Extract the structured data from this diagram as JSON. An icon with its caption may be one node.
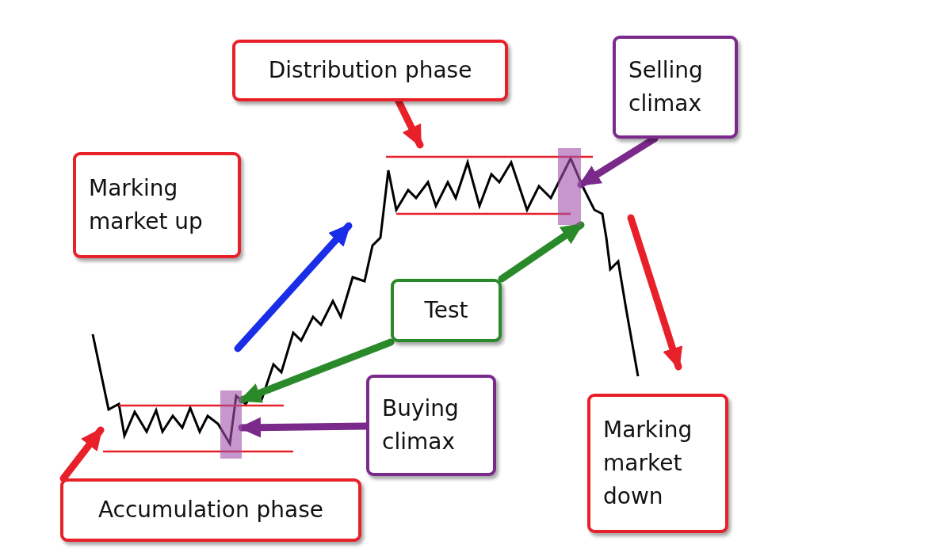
{
  "diagram": {
    "nodes": [
      {
        "text": [
          "Distribution phase"
        ]
      },
      {
        "text": [
          "Selling climax"
        ]
      },
      {
        "text": [
          "Marking market up"
        ]
      },
      {
        "text": [
          "Test"
        ]
      },
      {
        "text": [
          "Buying climax"
        ]
      },
      {
        "text": [
          "Marking market down"
        ]
      },
      {
        "text": [
          "Accumulation phase"
        ]
      },
      {
        "text": [],
        "shape": "bar"
      },
      {
        "text": [],
        "shape": "bar"
      }
    ],
    "edges": [
      {
        "from": 0,
        "to": null,
        "arrow": "to",
        "color": "#e8202a"
      },
      {
        "from": 1,
        "to": 7,
        "arrow": "to",
        "color": "#7b2a8c"
      },
      {
        "from": 3,
        "to": 7,
        "arrow": "to",
        "color": "#2a8a2a"
      },
      {
        "from": 3,
        "to": 8,
        "arrow": "to",
        "color": "#2a8a2a"
      },
      {
        "from": 4,
        "to": 8,
        "arrow": "to",
        "color": "#7b2a8c"
      },
      {
        "from": 6,
        "to": null,
        "arrow": "to",
        "color": "#e8202a"
      }
    ]
  }
}
